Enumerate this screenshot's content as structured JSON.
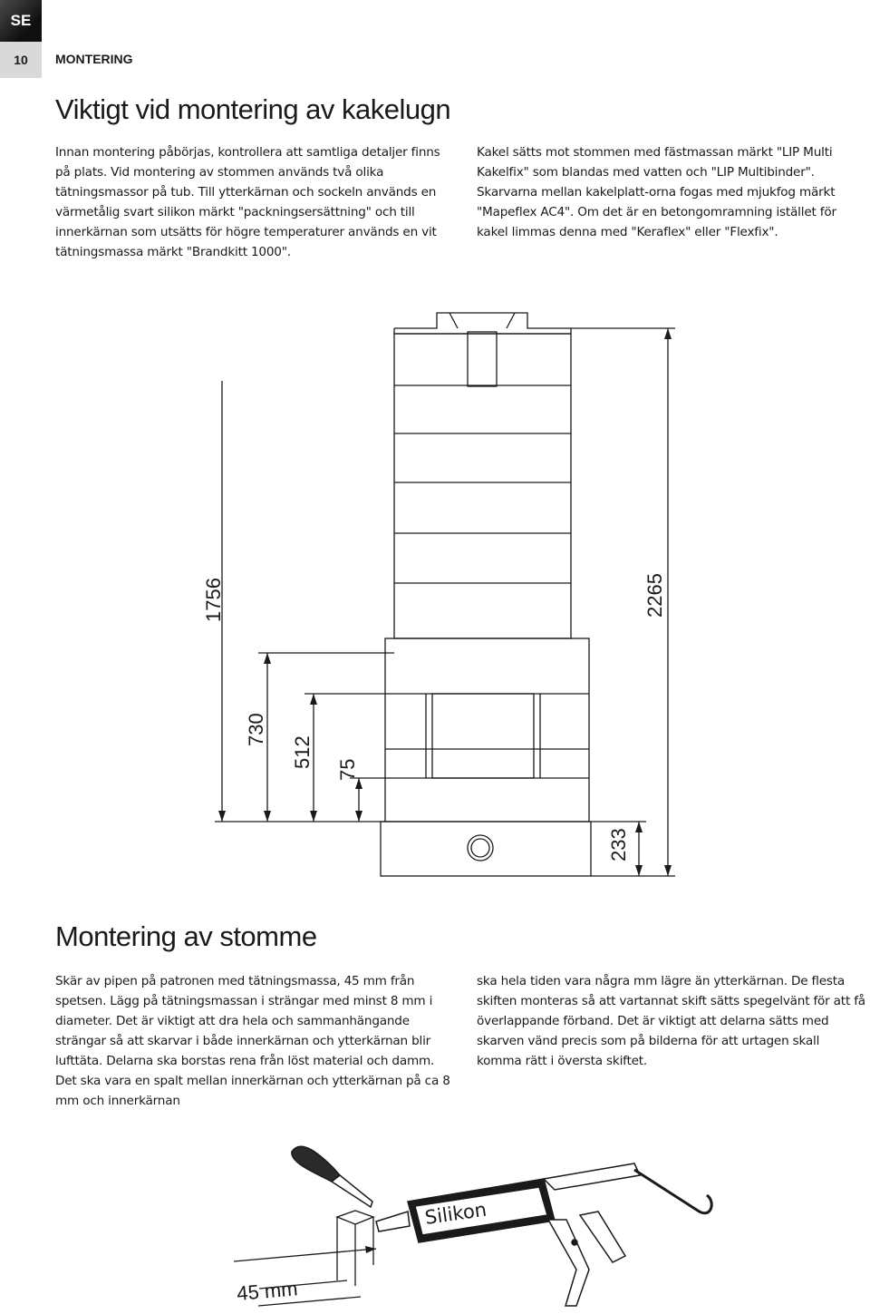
{
  "header": {
    "language_tag": "SE",
    "page_number": "10",
    "section": "MONTERING"
  },
  "main": {
    "title": "Viktigt vid montering av kakelugn",
    "intro_left": "Innan montering påbörjas, kontrollera att samtliga detaljer finns på plats. Vid montering av stommen används två olika tätningsmassor på tub. Till ytterkärnan och sockeln används en värmetålig svart silikon märkt \"packningsersättning\" och till innerkärnan som utsätts för högre temperaturer används en vit tätningsmassa märkt \"Brandkitt 1000\".",
    "intro_right": "Kakel sätts mot stommen med fästmassan märkt \"LIP Multi Kakelfix\" som blandas med vatten och \"LIP Multibinder\". Skarvarna mellan kakelplatt-orna fogas med mjukfog märkt \"Mapeflex AC4\". Om det är en betongomramning istället för kakel limmas denna med \"Keraflex\" eller \"Flexfix\"."
  },
  "diagram": {
    "dimensions": [
      "1756",
      "730",
      "512",
      "75",
      "2265",
      "233"
    ]
  },
  "assembly": {
    "title": "Montering av stomme",
    "body_left": "Skär av pipen på patronen med tätningsmassa, 45 mm från spetsen. Lägg på tätningsmassan i strängar med minst 8 mm i diameter. Det är viktigt att dra hela och sammanhängande strängar så att skarvar i både innerkärnan och ytterkärnan blir lufttäta. Delarna ska borstas rena från löst material och damm. Det ska vara en spalt mellan innerkärnan och ytterkärnan på ca 8 mm och innerkärnan",
    "body_right": "ska hela tiden vara några mm lägre än ytterkärnan. De flesta skiften monteras så att vartannat skift sätts spegelvänt för att få överlappande förband. Det är viktigt att delarna sätts med skarven vänd precis som på bilderna för att urtagen skall komma rätt i översta skiftet."
  },
  "illustration": {
    "cartridge_label": "Silikon",
    "cut_length": "45 mm"
  }
}
